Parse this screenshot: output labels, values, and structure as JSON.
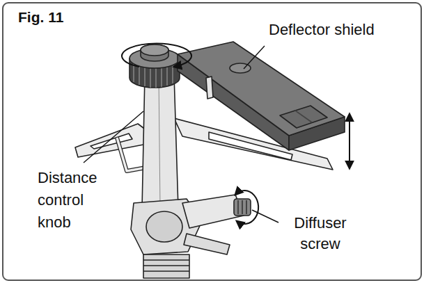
{
  "diagram": {
    "title": "Fig. 11",
    "labels": [
      "Deflector shield",
      "Distance control knob",
      "Diffuser screw"
    ]
  }
}
